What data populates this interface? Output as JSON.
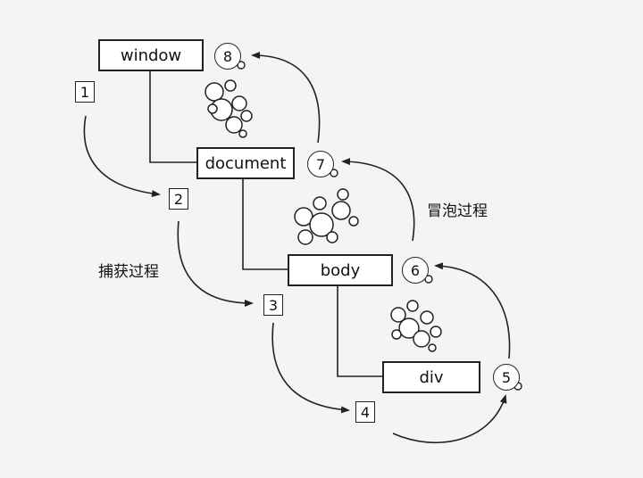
{
  "nodes": {
    "window": "window",
    "document": "document",
    "body": "body",
    "div": "div"
  },
  "capture_steps": [
    "1",
    "2",
    "3",
    "4"
  ],
  "bubble_steps": [
    "5",
    "6",
    "7",
    "8"
  ],
  "labels": {
    "capture": "捕获过程",
    "bubble": "冒泡过程"
  }
}
